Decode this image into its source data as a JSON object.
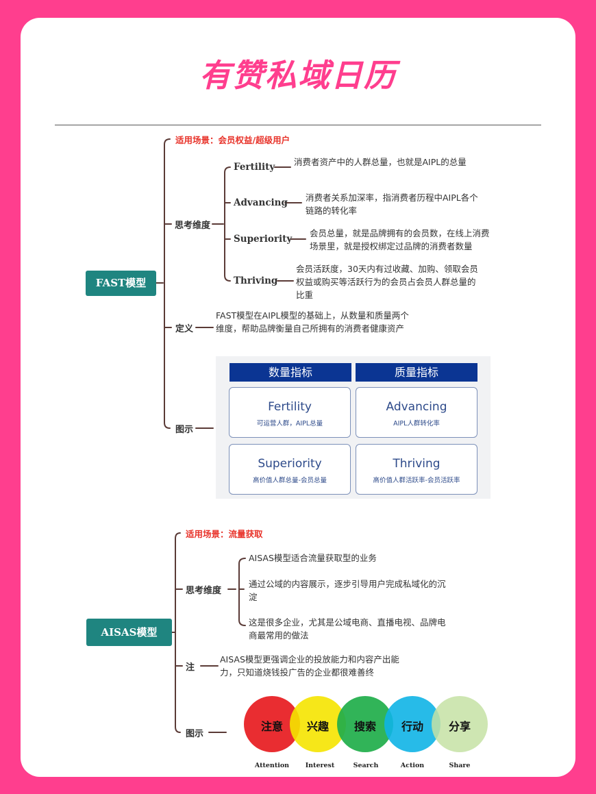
{
  "title": "有赞私域日历",
  "fast": {
    "root": "FAST模型",
    "scene": "适用场景：会员权益/超级用户",
    "think_label": "思考维度",
    "dimensions": [
      {
        "name": "Fertility",
        "desc": "消费者资产中的人群总量，也就是AIPL的总量"
      },
      {
        "name": "Advancing",
        "desc": "消费者关系加深率，指消费者历程中AIPL各个链路的转化率"
      },
      {
        "name": "Superiority",
        "desc": "会员总量，就是品牌拥有的会员数，在线上消费场景里，就是授权绑定过品牌的消费者数量"
      },
      {
        "name": "Thriving",
        "desc": "会员活跃度，30天内有过收藏、加购、领取会员权益或购买等活跃行为的会员占会员人群总量的比重"
      }
    ],
    "def_label": "定义",
    "definition": "FAST模型在AIPL模型的基础上，从数量和质量两个维度，帮助品牌衡量自己所拥有的消费者健康资产",
    "fig_label": "图示",
    "quadrant": {
      "headers": [
        "数量指标",
        "质量指标"
      ],
      "boxes": [
        {
          "title": "Fertility",
          "sub": "可运营人群，AIPL总量"
        },
        {
          "title": "Advancing",
          "sub": "AIPL人群转化率"
        },
        {
          "title": "Superiority",
          "sub": "高价值人群总量-会员总量"
        },
        {
          "title": "Thriving",
          "sub": "高价值人群活跃率-会员活跃率"
        }
      ]
    }
  },
  "aisas": {
    "root": "AISAS模型",
    "scene": "适用场景：流量获取",
    "think_label": "思考维度",
    "points": [
      "AISAS模型适合流量获取型的业务",
      "通过公域的内容展示，逐步引导用户完成私域化的沉淀",
      "这是很多企业，尤其是公域电商、直播电视、品牌电商最常用的做法"
    ],
    "note_label": "注",
    "note": "AISAS模型更强调企业的投放能力和内容产出能力，只知道烧钱投广告的企业都很难善终",
    "fig_label": "图示",
    "stages": [
      {
        "cn": "注意",
        "en": "Attention",
        "color": "#e8262a"
      },
      {
        "cn": "兴趣",
        "en": "Interest",
        "color": "#f5e400"
      },
      {
        "cn": "搜索",
        "en": "Search",
        "color": "#1fae4a"
      },
      {
        "cn": "行动",
        "en": "Action",
        "color": "#10b4e6"
      },
      {
        "cn": "分享",
        "en": "Share",
        "color": "#c5e2a4"
      }
    ]
  }
}
